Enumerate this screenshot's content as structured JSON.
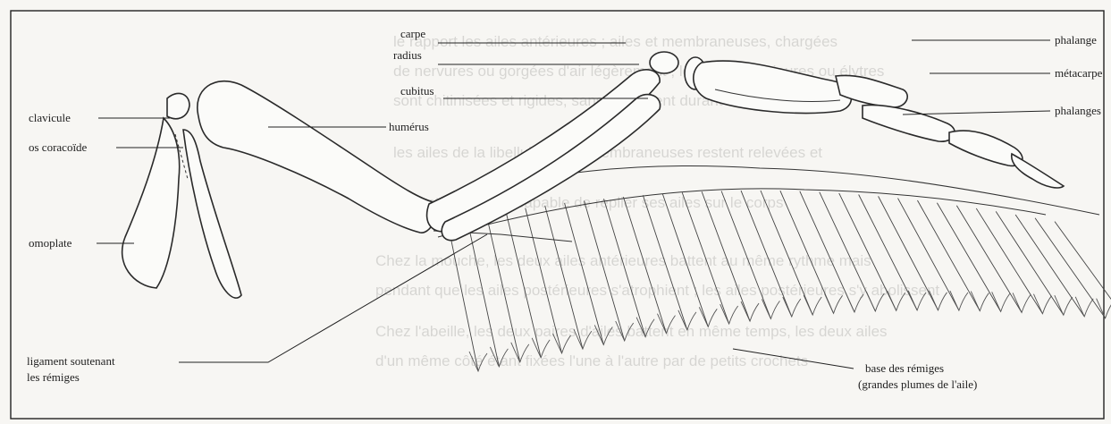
{
  "labels": {
    "carpe": "carpe",
    "radius": "radius",
    "cubitus": "cubitus",
    "humerus": "humérus",
    "clavicule": "clavicule",
    "coracoide": "os coracoïde",
    "omoplate": "omoplate",
    "ligament_line1": "ligament soutenant",
    "ligament_line2": "les rémiges",
    "phalange": "phalange",
    "metacarpe": "métacarpe",
    "phalanges": "phalanges",
    "base_line1": "base des rémiges",
    "base_line2": "(grandes plumes de l'aile)"
  },
  "bleed_through_text": [
    "le rapport les ailes antérieures ; ailes et membraneuses, chargées",
    "de nervures ou gorgées d'air légèrement ; les ailes antérieures ou élytres",
    "sont chitinisées et rigides, sans battement durant le vol",
    "les ailes de la libellule : ailes membraneuses restent relevées et",
    "l'insecte n'est pas capable de replier ses ailes sur le corps",
    "Chez la mouche, les deux ailes antérieures battent au même rythme mais",
    "pendant que les ailes postérieures s'atrophient ; les ailes postérieures s'y abolissent",
    "Chez l'abeille, les deux paires d'ailes battent en même temps, les deux ailes",
    "d'un même côté étant fixées l'une à l'autre par de petits crochets"
  ]
}
